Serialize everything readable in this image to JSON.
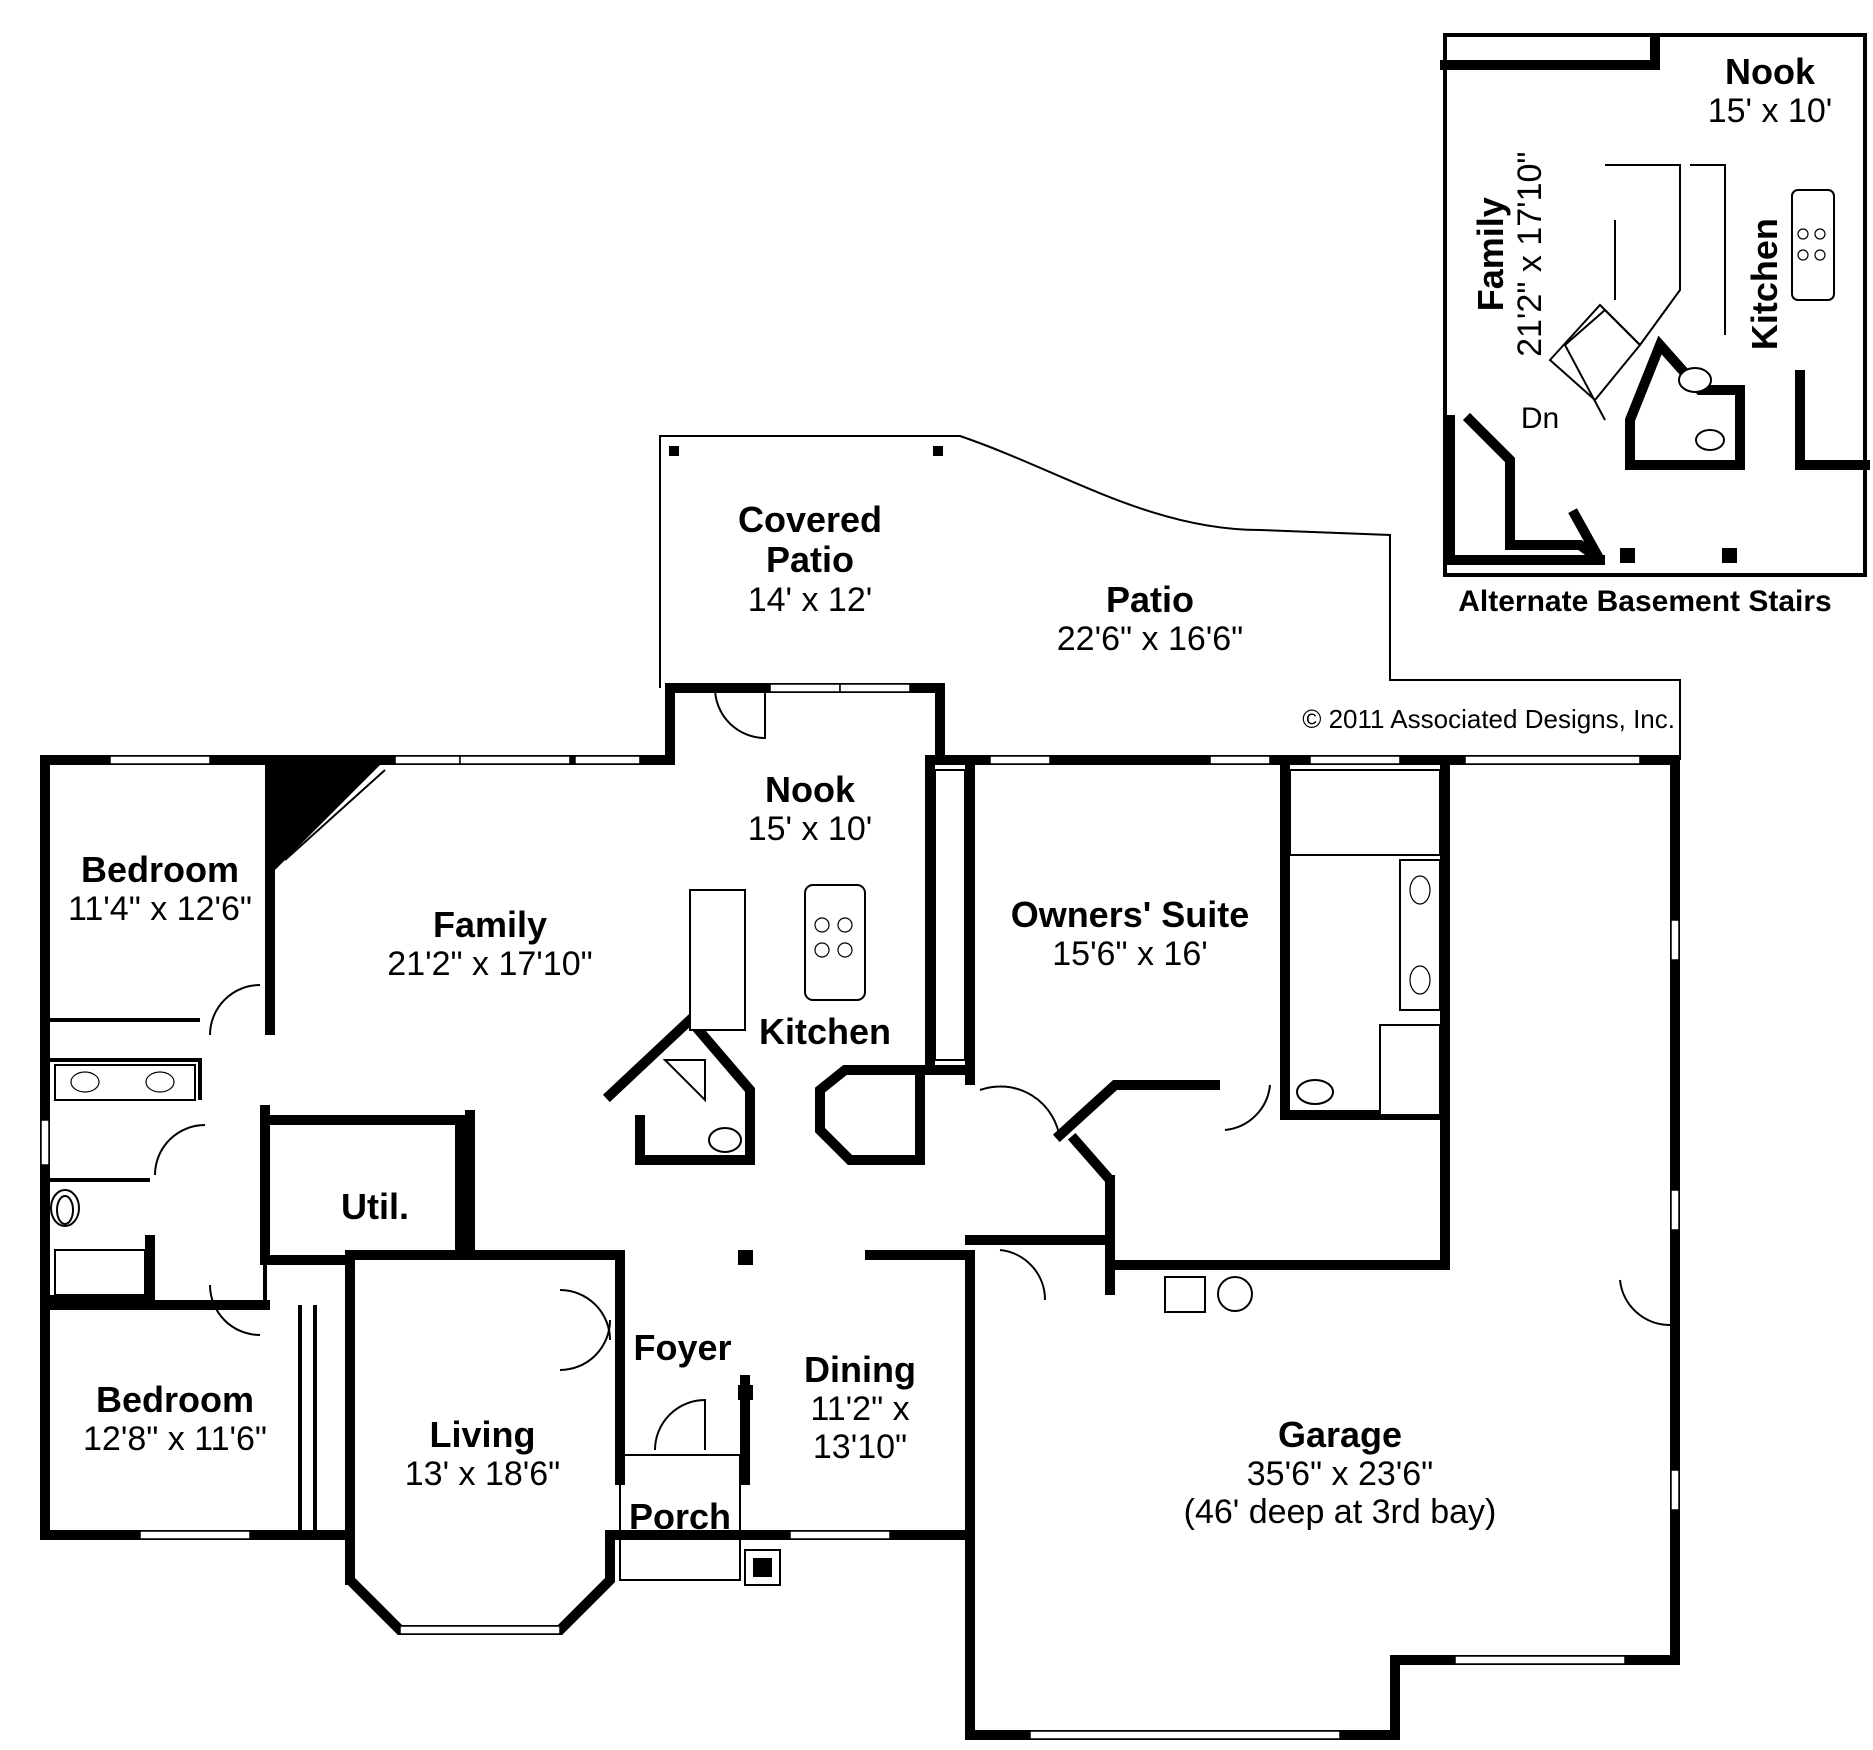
{
  "rooms": {
    "covered_patio": {
      "name_line1": "Covered",
      "name_line2": "Patio",
      "dims": "14' x 12'"
    },
    "patio": {
      "name": "Patio",
      "dims": "22'6\" x 16'6\""
    },
    "nook": {
      "name": "Nook",
      "dims": "15' x 10'"
    },
    "family": {
      "name": "Family",
      "dims": "21'2\" x 17'10\""
    },
    "kitchen": {
      "name": "Kitchen"
    },
    "bedroom1": {
      "name": "Bedroom",
      "dims": "11'4\" x 12'6\""
    },
    "owners_suite": {
      "name": "Owners' Suite",
      "dims": "15'6\" x 16'"
    },
    "util": {
      "name": "Util."
    },
    "foyer": {
      "name": "Foyer"
    },
    "dining": {
      "name": "Dining",
      "dims_line1": "11'2\" x",
      "dims_line2": "13'10\""
    },
    "living": {
      "name": "Living",
      "dims": "13' x 18'6\""
    },
    "bedroom2": {
      "name": "Bedroom",
      "dims": "12'8\" x 11'6\""
    },
    "porch": {
      "name": "Porch"
    },
    "garage": {
      "name": "Garage",
      "dims": "35'6\" x 23'6\"",
      "note": "(46' deep at 3rd bay)"
    }
  },
  "inset": {
    "title": "Alternate Basement Stairs",
    "nook": {
      "name": "Nook",
      "dims": "15' x 10'"
    },
    "family": {
      "name": "Family",
      "dims": "21'2\" x 17'10\""
    },
    "kitchen": {
      "name": "Kitchen"
    },
    "stairs_label": "Dn"
  },
  "copyright": "© 2011 Associated Designs, Inc."
}
